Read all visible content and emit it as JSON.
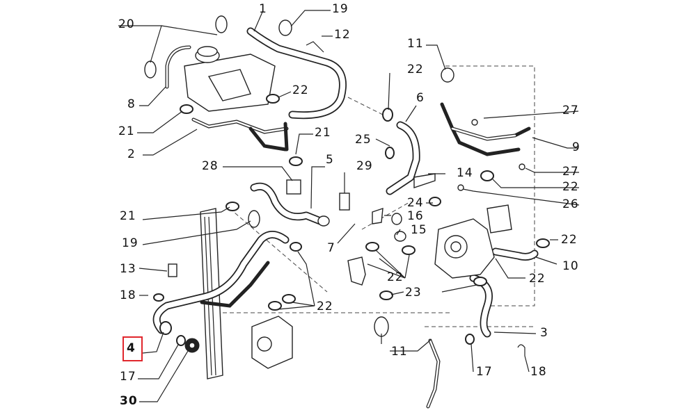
{
  "diagram": {
    "callouts": [
      {
        "id": "c20",
        "text": "20"
      },
      {
        "id": "c1",
        "text": "1"
      },
      {
        "id": "c19a",
        "text": "19"
      },
      {
        "id": "c12",
        "text": "12"
      },
      {
        "id": "c11a",
        "text": "11"
      },
      {
        "id": "c8",
        "text": "8"
      },
      {
        "id": "c22a",
        "text": "22"
      },
      {
        "id": "c22b",
        "text": "22"
      },
      {
        "id": "c6",
        "text": "6"
      },
      {
        "id": "c27a",
        "text": "27"
      },
      {
        "id": "c21a",
        "text": "21"
      },
      {
        "id": "c21b",
        "text": "21"
      },
      {
        "id": "c25",
        "text": "25"
      },
      {
        "id": "c9",
        "text": "9"
      },
      {
        "id": "c2",
        "text": "2"
      },
      {
        "id": "c28",
        "text": "28"
      },
      {
        "id": "c5",
        "text": "5"
      },
      {
        "id": "c29",
        "text": "29"
      },
      {
        "id": "c14",
        "text": "14"
      },
      {
        "id": "c27b",
        "text": "27"
      },
      {
        "id": "c22c",
        "text": "22"
      },
      {
        "id": "c24",
        "text": "24"
      },
      {
        "id": "c26",
        "text": "26"
      },
      {
        "id": "c21c",
        "text": "21"
      },
      {
        "id": "c16",
        "text": "16"
      },
      {
        "id": "c15",
        "text": "15"
      },
      {
        "id": "c22d",
        "text": "22"
      },
      {
        "id": "c19b",
        "text": "19"
      },
      {
        "id": "c7",
        "text": "7"
      },
      {
        "id": "c10",
        "text": "10"
      },
      {
        "id": "c13",
        "text": "13"
      },
      {
        "id": "c22e",
        "text": "22"
      },
      {
        "id": "c22f",
        "text": "22"
      },
      {
        "id": "c18a",
        "text": "18"
      },
      {
        "id": "c23",
        "text": "23"
      },
      {
        "id": "c22g",
        "text": "22"
      },
      {
        "id": "c3",
        "text": "3"
      },
      {
        "id": "c4",
        "text": "4"
      },
      {
        "id": "c11b",
        "text": "11"
      },
      {
        "id": "c17a",
        "text": "17"
      },
      {
        "id": "c17b",
        "text": "17"
      },
      {
        "id": "c18b",
        "text": "18"
      },
      {
        "id": "c30",
        "text": "30"
      }
    ],
    "highlighted_callout": "4"
  }
}
